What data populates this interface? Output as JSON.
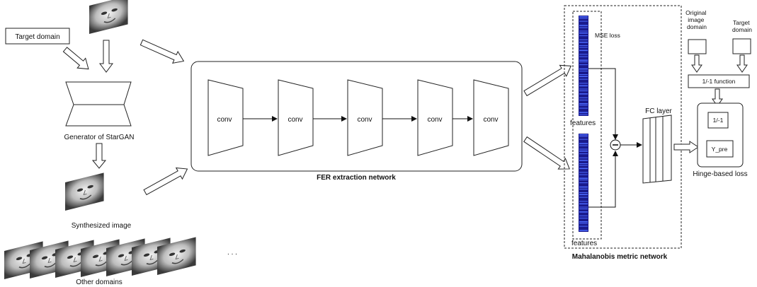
{
  "inputs": {
    "target_domain": "Target domain",
    "generator": "Generator of StarGAN",
    "synthesized": "Synthesized image",
    "other_domains": "Other domains",
    "ellipsis": ". . ."
  },
  "fer": {
    "title": "FER extraction network",
    "conv_labels": [
      "conv",
      "conv",
      "conv",
      "conv",
      "conv"
    ]
  },
  "metric": {
    "title": "Mahalanobis metric network",
    "mse_loss": "MSE loss",
    "features_top": "features",
    "features_bottom": "features",
    "fc_layer": "FC layer",
    "minus": "−"
  },
  "loss": {
    "original_line1": "Original",
    "original_line2": "image",
    "original_line3": "domain",
    "target_line1": "Target",
    "target_line2": "domain",
    "function": "1/-1 function",
    "one_minus_one": "1/-1",
    "y_pre": "Y_pre",
    "hinge": "Hinge-based loss"
  },
  "colors": {
    "feature_dark": "#1a1a8c",
    "feature_light": "#4d6bff",
    "stroke": "#222222"
  }
}
